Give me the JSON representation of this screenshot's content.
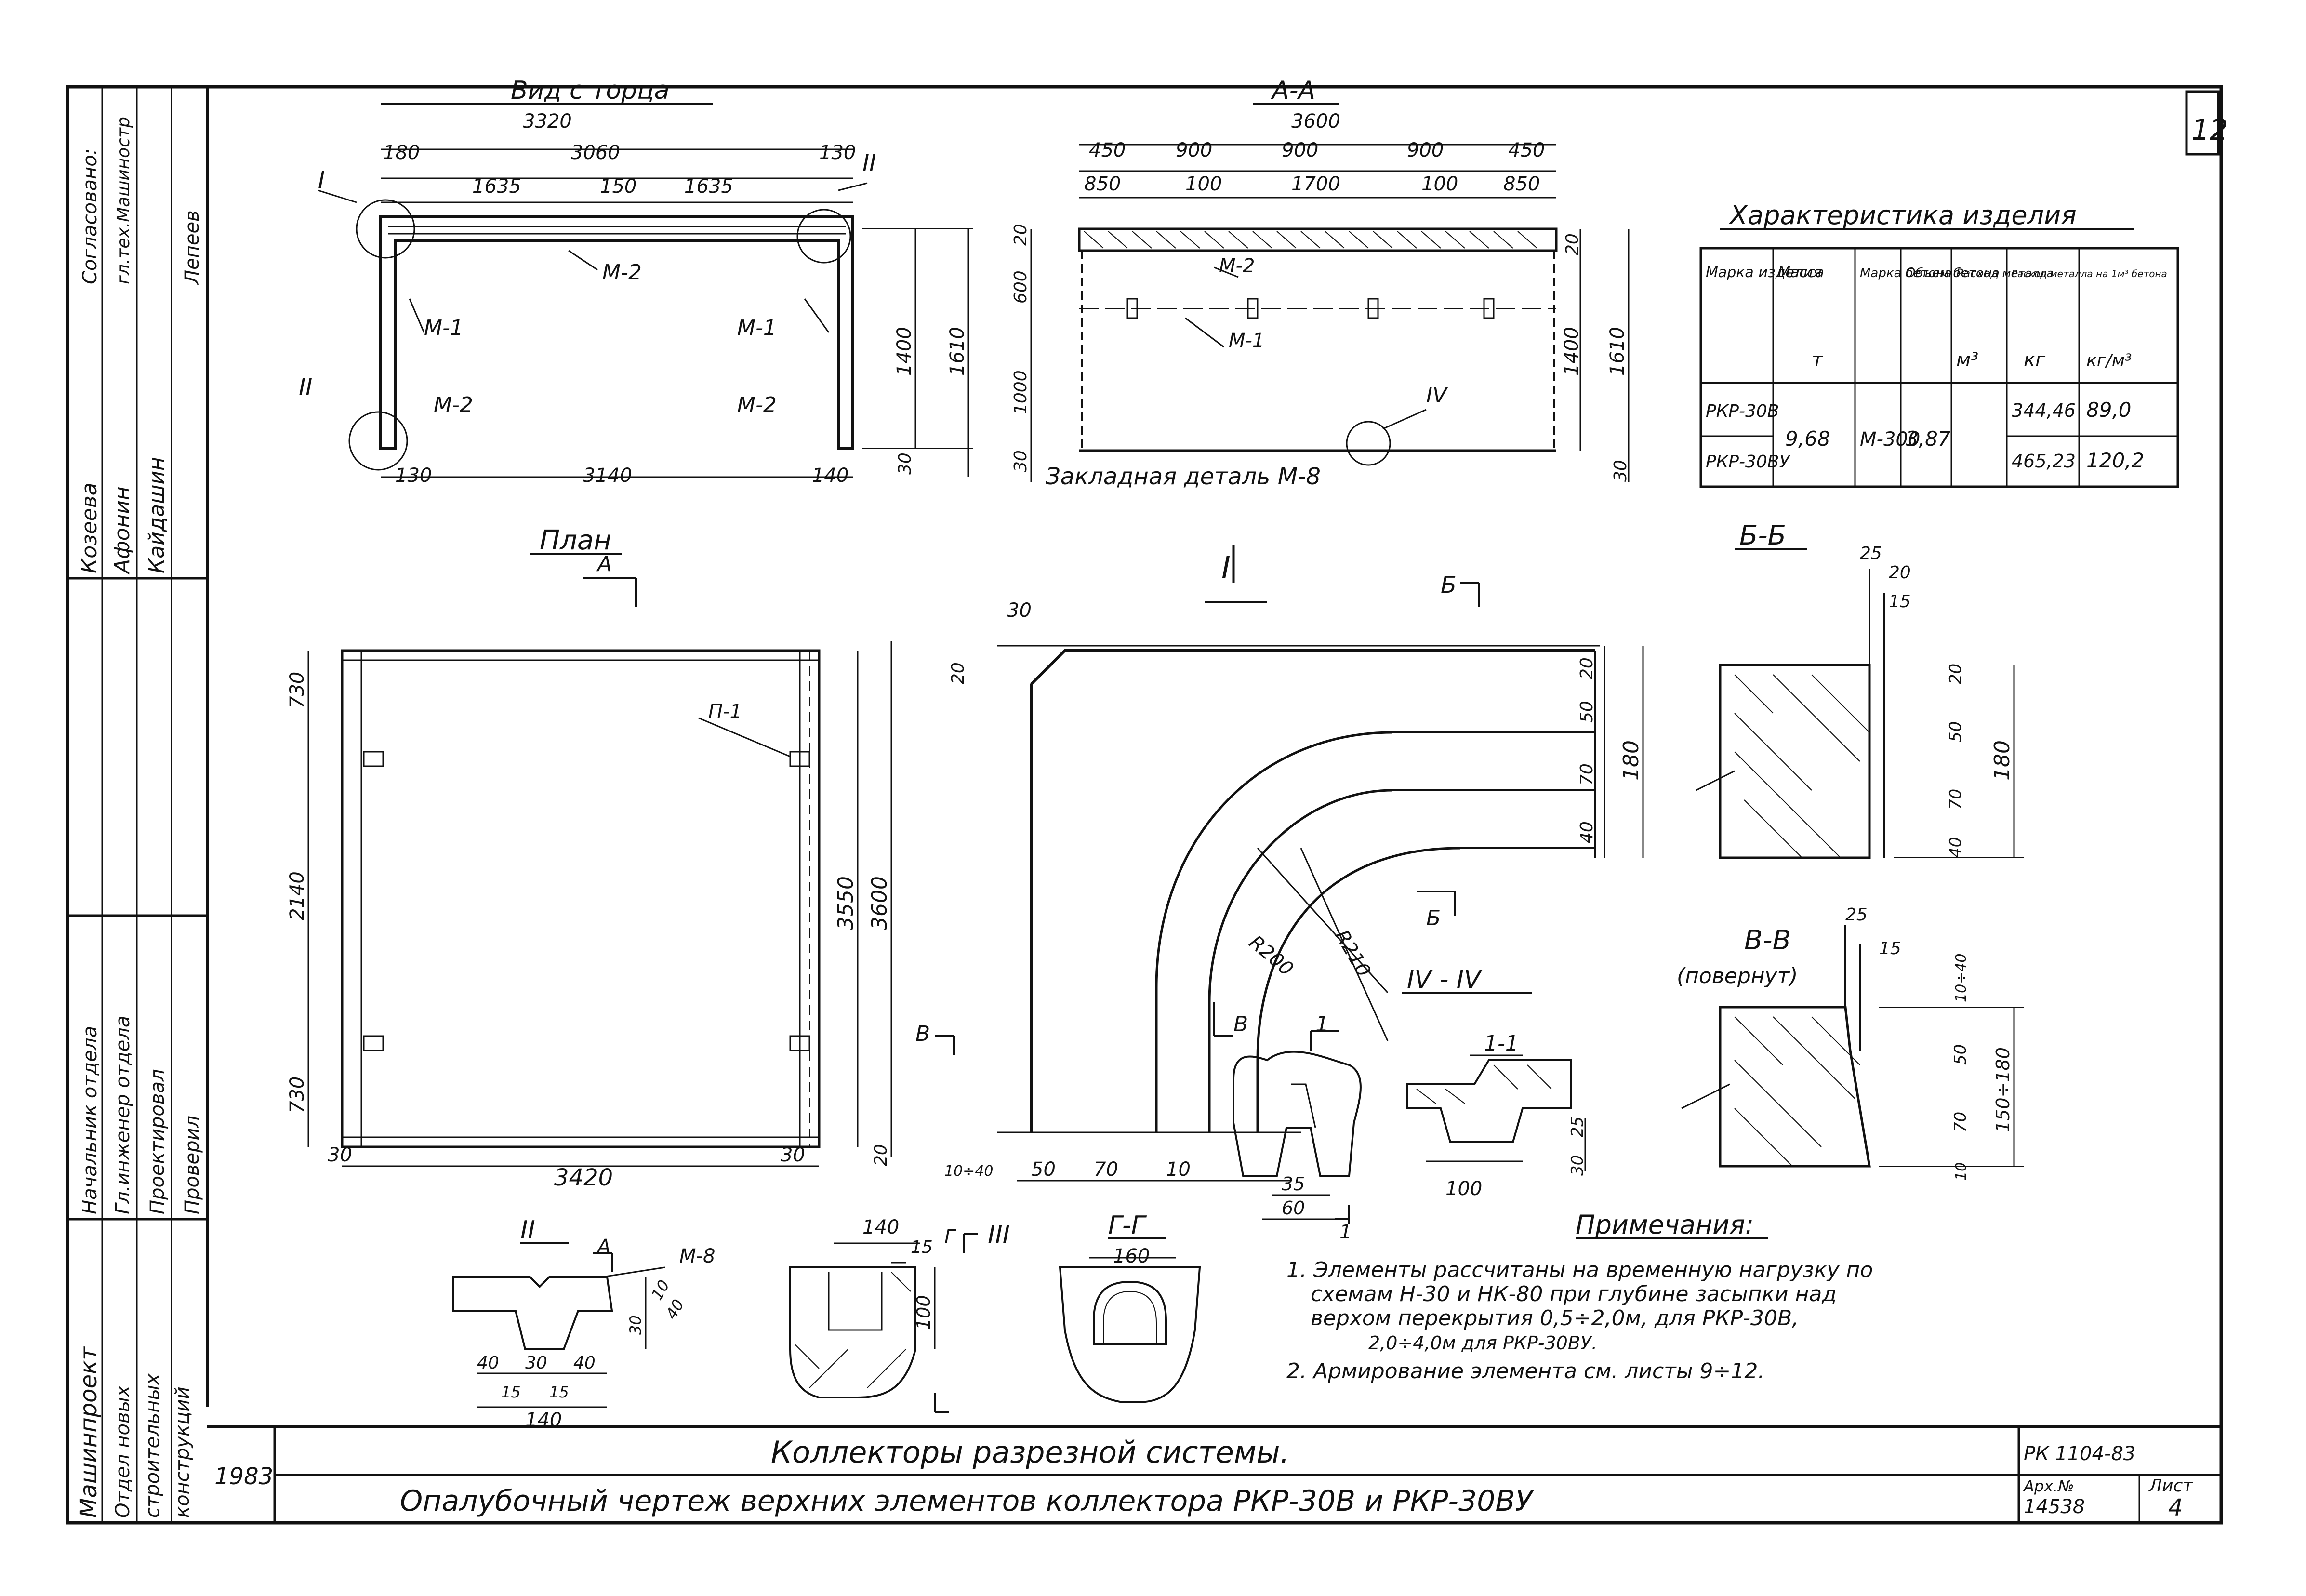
{
  "sheet_number": "12",
  "stamp": {
    "agreed": [
      "Согласовано:",
      "гл.тех.Машиностр",
      "",
      "Лепеев"
    ],
    "people": {
      "name_1": "Козеева",
      "name_2": "Афонин",
      "name_3": "Кайдашин"
    },
    "roles": [
      "Начальник отдела",
      "Гл.инженер отдела",
      "Проектировал",
      "Проверил"
    ],
    "org": "Машинпроект",
    "dept": [
      "Отдел новых",
      "строительных",
      "конструкций"
    ]
  },
  "views": {
    "end": {
      "title": "Вид с торца",
      "dims_top": [
        "3320",
        "180",
        "3060",
        "130",
        "1635",
        "150",
        "1635"
      ],
      "dims_side": [
        "1400",
        "1610",
        "30"
      ],
      "dims_bottom": [
        "130",
        "3140",
        "140"
      ],
      "labels": {
        "m1a": "М-1",
        "m1b": "М-1",
        "m2top": "М-2",
        "m2a": "М-2",
        "m2b": "М-2"
      },
      "callouts": {
        "i": "I",
        "ii_right": "II",
        "ii_left": "II"
      }
    },
    "section_aa": {
      "title": "А-А",
      "dims_top": [
        "3600",
        "450",
        "900",
        "900",
        "900",
        "450",
        "850",
        "100",
        "1700",
        "100",
        "850"
      ],
      "dims_side_left": [
        "20",
        "600",
        "1000",
        "30"
      ],
      "dims_side_right": [
        "20",
        "1400",
        "1610",
        "30"
      ],
      "labels": {
        "m2": "М-2",
        "m1": "М-1",
        "iv": "IV",
        "embed": "Закладная деталь М-8"
      }
    },
    "plan": {
      "title": "План",
      "marker": "А",
      "dims_left": [
        "730",
        "2140",
        "730"
      ],
      "dims_right": [
        "3550",
        "3600",
        "20"
      ],
      "dims_bottom": [
        "30",
        "3420",
        "30"
      ],
      "label_p1": "П-1"
    },
    "detail_i": {
      "title": "I",
      "marker_b": "Б",
      "marker_v_left": "В",
      "marker_v_right": "В",
      "dims_right": [
        "20",
        "50",
        "70",
        "40",
        "180"
      ],
      "dims_bottom": [
        "10÷40",
        "50",
        "70",
        "10"
      ],
      "dim_top": "30",
      "dim_side": "20",
      "radii": [
        "R210",
        "R200"
      ],
      "marker_b2": "Б"
    },
    "section_bb": {
      "title": "Б-Б",
      "dims": [
        "25",
        "20",
        "15",
        "20",
        "50",
        "70",
        "40",
        "180"
      ]
    },
    "section_vv": {
      "title": "В-В",
      "subtitle": "(повернут)",
      "dims": [
        "25",
        "15",
        "10÷40",
        "50",
        "70",
        "10",
        "150÷180"
      ]
    },
    "detail_iv": {
      "title": "IV - IV",
      "label": "1-1",
      "dims": [
        "100",
        "30",
        "25"
      ]
    },
    "detail_one": {
      "title": "1",
      "dims": [
        "35",
        "60"
      ],
      "marker": "1"
    },
    "detail_ii": {
      "title": "II",
      "marker": "А",
      "label": "М-8",
      "dims_bottom": [
        "40",
        "30",
        "40",
        "15",
        "15",
        "140"
      ],
      "dims_side": [
        "30",
        "10",
        "40"
      ]
    },
    "detail_iii": {
      "title": "III",
      "dims": [
        "140",
        "15",
        "100"
      ],
      "marker": "Г"
    },
    "section_gg": {
      "title": "Г-Г",
      "dims": [
        "160"
      ]
    }
  },
  "characteristics": {
    "title": "Характеристика изделия",
    "headers": [
      "Марка изделия",
      "Масса",
      "Марка бетона",
      "Объем бетона",
      "Расход металла",
      "Расход металла на 1м³ бетона"
    ],
    "units": [
      "",
      "т",
      "",
      "м³",
      "кг",
      "кг/м³"
    ],
    "rows": [
      {
        "mark": "РКР-30В",
        "steel": "344,46",
        "ratio": "89,0"
      },
      {
        "mark": "РКР-30ВУ",
        "steel": "465,23",
        "ratio": "120,2"
      }
    ],
    "shared": {
      "mass": "9,68",
      "concrete": "М-300",
      "volume": "3,87"
    }
  },
  "notes": {
    "title": "Примечания:",
    "lines": [
      "1. Элементы рассчитаны на временную нагрузку по",
      "схемам Н-30 и НК-80 при глубине засыпки над",
      "верхом перекрытия 0,5÷2,0м, для РКР-30В,",
      "2,0÷4,0м для РКР-30ВУ.",
      "2. Армирование элемента см. листы 9÷12."
    ]
  },
  "title_block": {
    "year": "1983",
    "title_line1": "Коллекторы разрезной системы.",
    "title_line2": "Опалубочный чертеж верхних элементов коллектора РКР-30В и РКР-30ВУ",
    "code": "РК 1104-83",
    "archive_label": "Арх.№",
    "archive_no": "14538",
    "sheet_label": "Лист",
    "sheet_no": "4"
  }
}
